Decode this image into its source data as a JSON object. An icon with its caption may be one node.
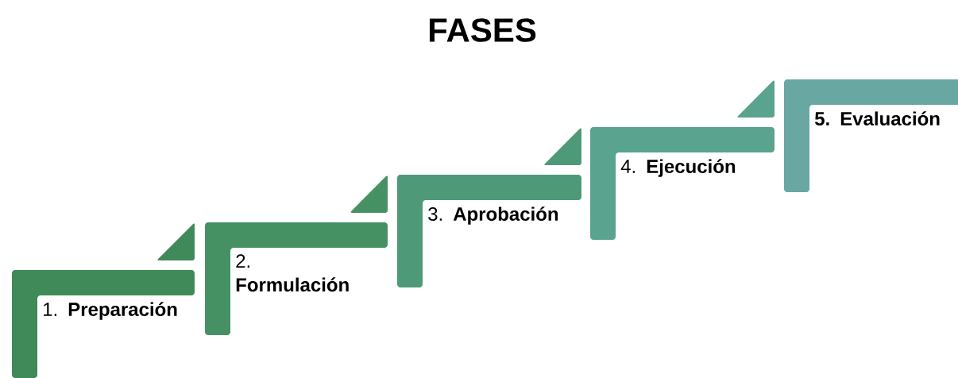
{
  "diagram": {
    "title": "FASES",
    "nodes": [
      {
        "text": [
          "1. **Preparación**"
        ]
      },
      {
        "text": [
          "2. **Formulación**"
        ]
      },
      {
        "text": [
          "3. **Aprobación**"
        ]
      },
      {
        "text": [
          "4. **Ejecución**"
        ]
      },
      {
        "text": [
          "**5. Evaluación**"
        ]
      }
    ]
  }
}
